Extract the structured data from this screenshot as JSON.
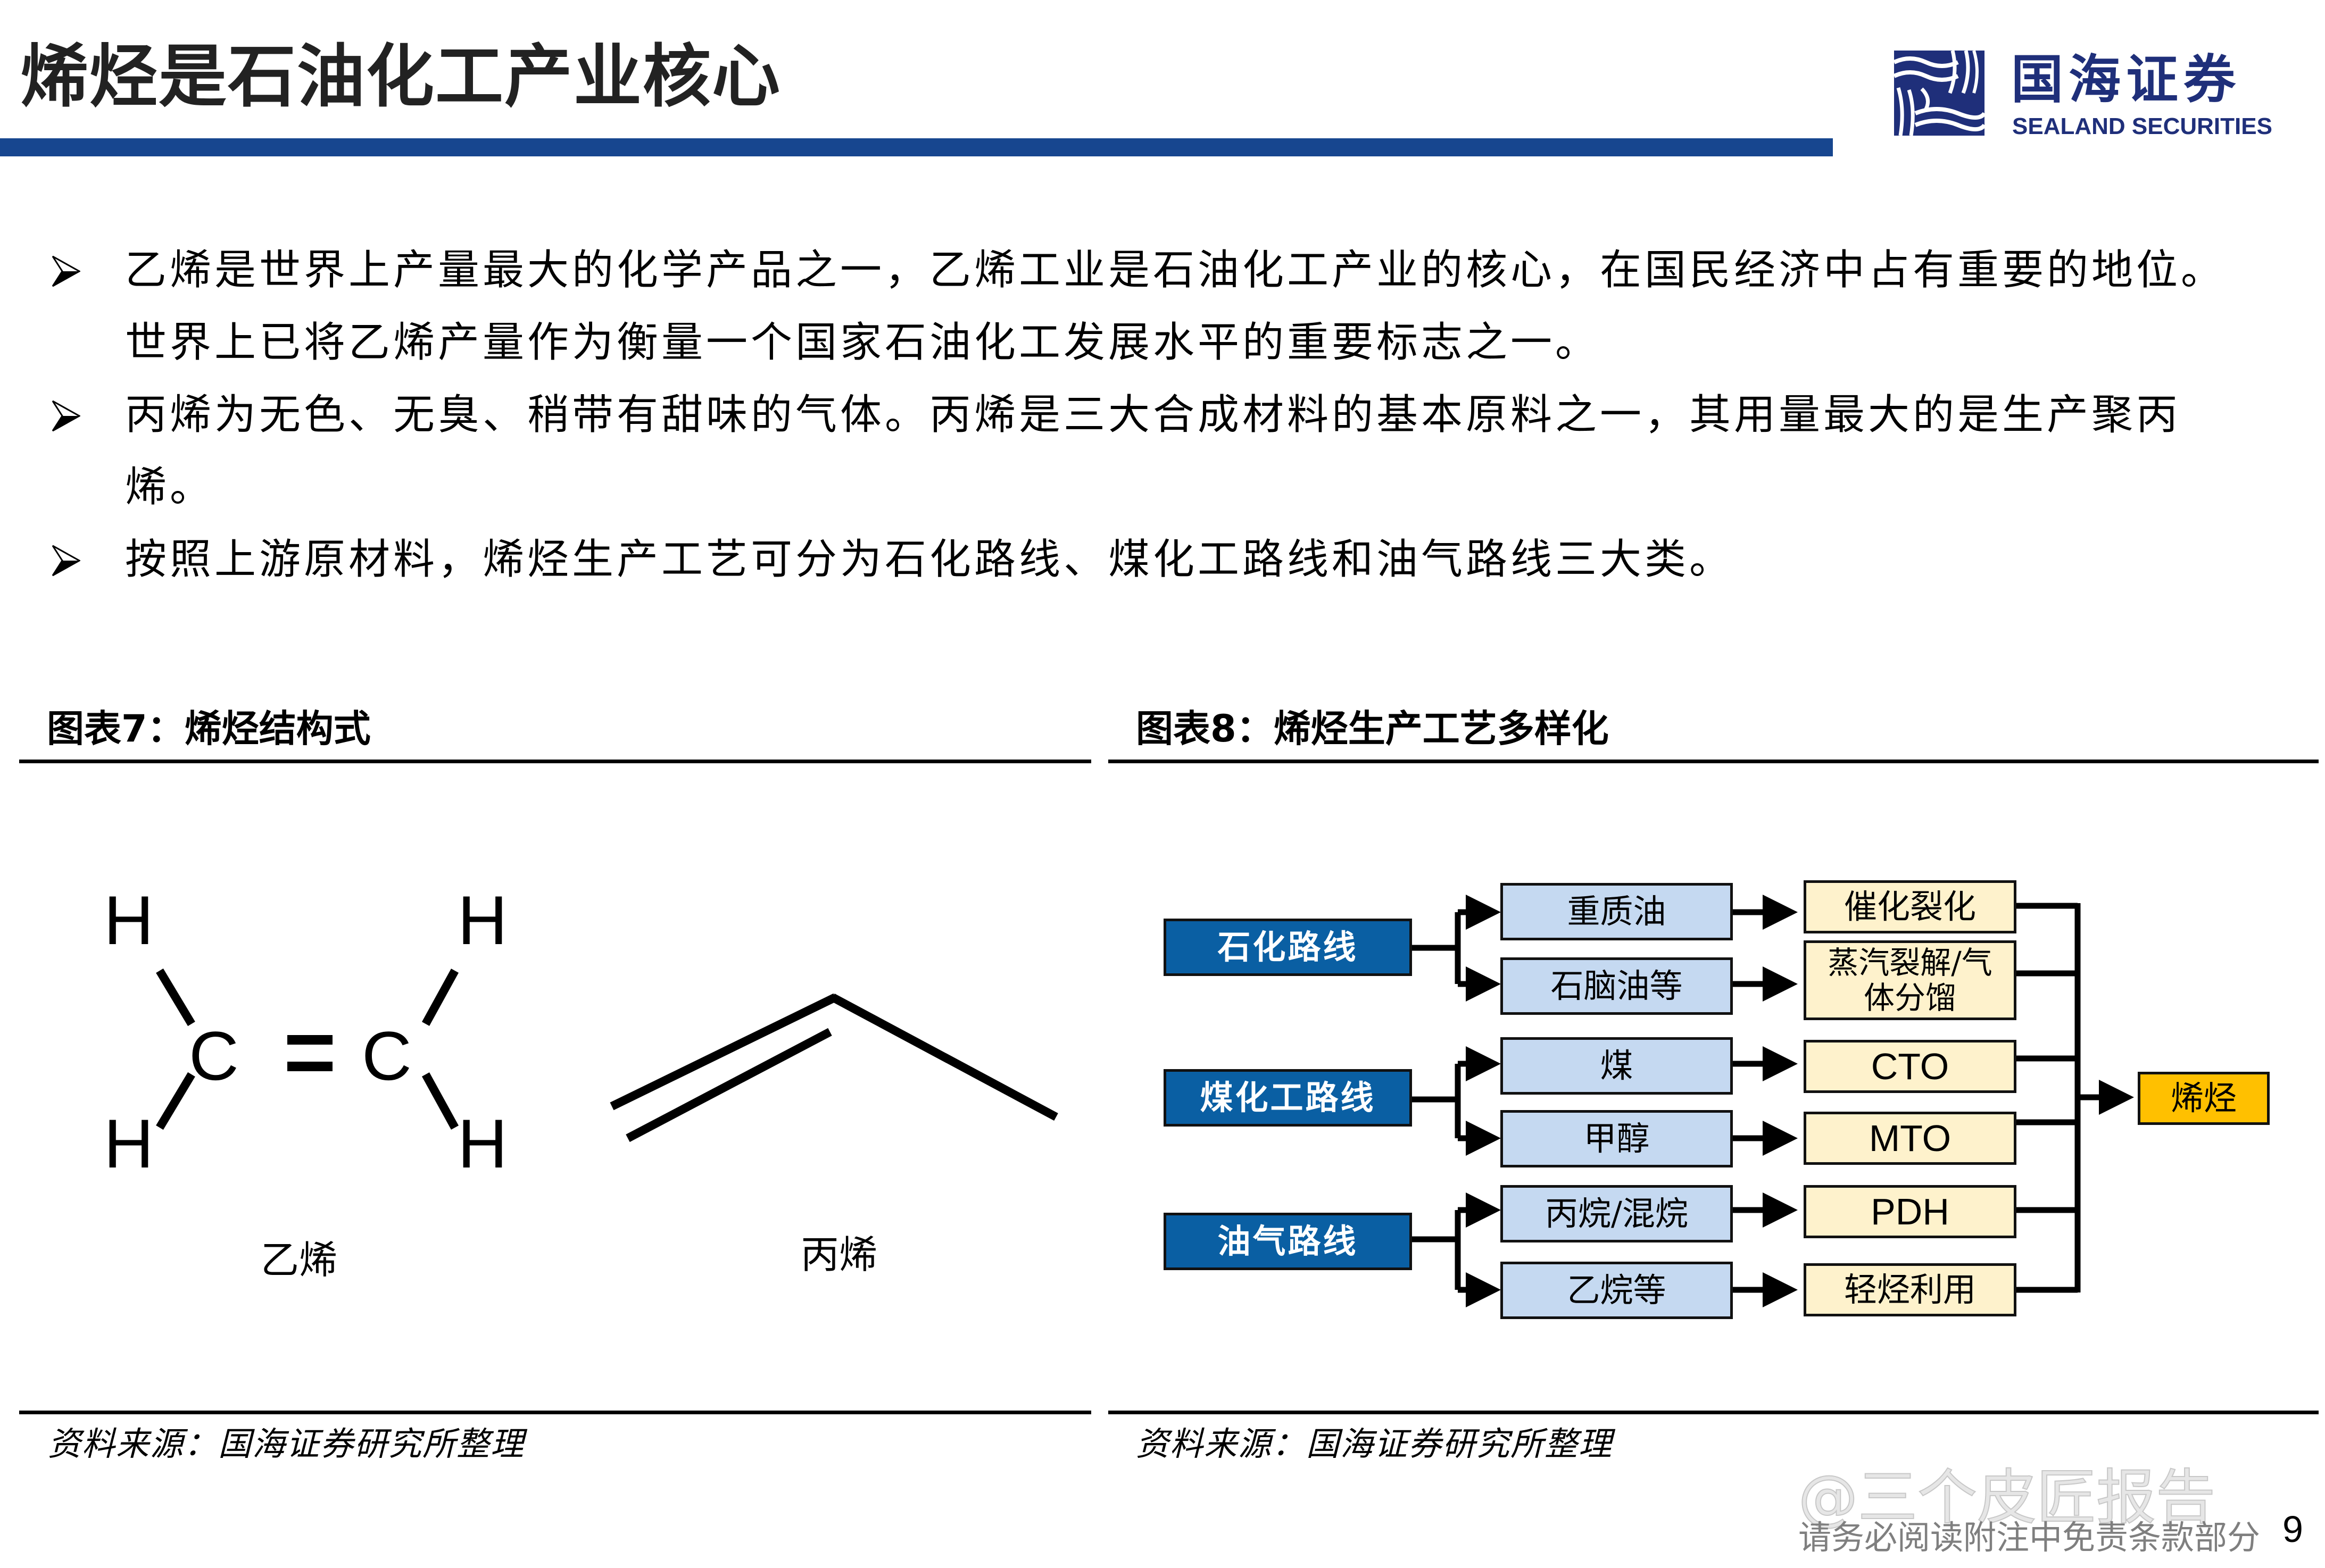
{
  "header": {
    "title": "烯烃是石油化工产业核心",
    "accent_color": "#17468f",
    "logo": {
      "icon": "sealand-wave-logo-icon",
      "cn_name": "国海证券",
      "en_name": "SEALAND SECURITIES",
      "color": "#1f2f7a"
    }
  },
  "bullets": [
    {
      "icon": "arrow-bullet-icon",
      "text": "乙烯是世界上产量最大的化学产品之一，乙烯工业是石油化工产业的核心，在国民经济中占有重要的地位。世界上已将乙烯产量作为衡量一个国家石油化工发展水平的重要标志之一。"
    },
    {
      "icon": "arrow-bullet-icon",
      "text": "丙烯为无色、无臭、稍带有甜味的气体。丙烯是三大合成材料的基本原料之一，其用量最大的是生产聚丙烯。"
    },
    {
      "icon": "arrow-bullet-icon",
      "text": "按照上游原材料，烯烃生产工艺可分为石化路线、煤化工路线和油气路线三大类。"
    }
  ],
  "figure7": {
    "title": "图表7：烯烃结构式",
    "ethylene": {
      "atoms": {
        "h_top_left": "H",
        "h_top_right": "H",
        "c_left": "C",
        "c_right": "C",
        "h_bottom_left": "H",
        "h_bottom_right": "H"
      },
      "label": "乙烯"
    },
    "propylene": {
      "label": "丙烯"
    },
    "source": "资料来源：国海证券研究所整理"
  },
  "figure8": {
    "title": "图表8：烯烃生产工艺多样化",
    "colors": {
      "route": "#0a5fa3",
      "feedstock": "#c5d9f1",
      "process": "#fef2cc",
      "product": "#ffc000"
    },
    "routes": [
      {
        "label": "石化路线",
        "feeds": [
          {
            "label": "重质油",
            "process": "催化裂化"
          },
          {
            "label": "石脑油等",
            "process": "蒸汽裂解/气体分馏"
          }
        ]
      },
      {
        "label": "煤化工路线",
        "feeds": [
          {
            "label": "煤",
            "process": "CTO"
          },
          {
            "label": "甲醇",
            "process": "MTO"
          }
        ]
      },
      {
        "label": "油气路线",
        "feeds": [
          {
            "label": "丙烷/混烷",
            "process": "PDH"
          },
          {
            "label": "乙烷等",
            "process": "轻烃利用"
          }
        ]
      }
    ],
    "product": "烯烃",
    "source": "资料来源：国海证券研究所整理"
  },
  "footer": {
    "watermark": "@三个皮匠报告",
    "disclaimer": "请务必阅读附注中免责条款部分",
    "page_number": "9"
  }
}
